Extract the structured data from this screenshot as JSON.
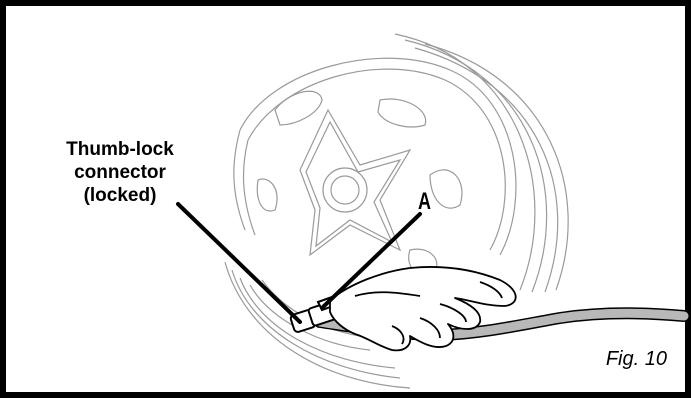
{
  "callout": {
    "lines": [
      "Thumb-lock",
      "connector",
      "(locked)"
    ]
  },
  "marker": "A",
  "caption": "Fig. 10",
  "colors": {
    "ink": "#000000",
    "sketch": "#9a9a9a",
    "hose": "#b8b8b8",
    "background": "#ffffff"
  },
  "icons": [
    "wheel-illustration",
    "hand-illustration",
    "hose-illustration",
    "thumb-lock-connector-illustration"
  ]
}
